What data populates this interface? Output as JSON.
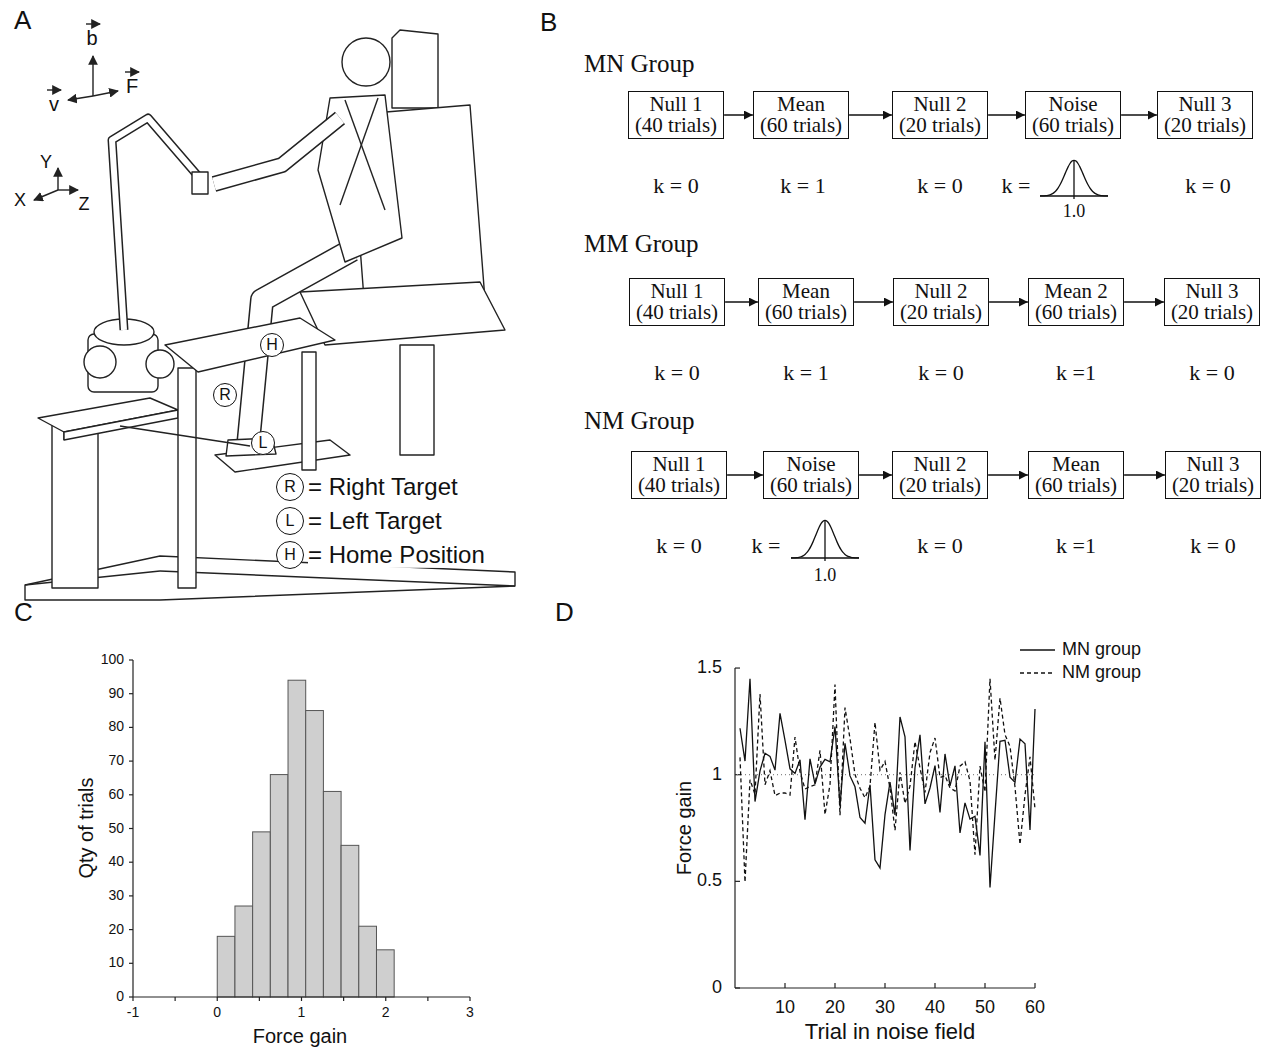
{
  "diagram": {
    "nodes": [
      {
        "text": [
          "H"
        ]
      },
      {
        "text": [
          "R"
        ]
      },
      {
        "text": [
          "L"
        ]
      },
      {
        "text": [
          "R"
        ]
      },
      {
        "text": [
          "L"
        ]
      },
      {
        "text": [
          "H"
        ]
      },
      {
        "text": [
          "Null 1 (40 trials)"
        ]
      },
      {
        "text": [
          "Mean (60 trials)"
        ]
      },
      {
        "text": [
          "Null 2 (20 trials)"
        ]
      },
      {
        "text": [
          "Noise (60 trials)"
        ]
      },
      {
        "text": [
          "Null 3 (20 trials)"
        ]
      },
      {
        "text": [
          "Null 1 (40 trials)"
        ]
      },
      {
        "text": [
          "Mean (60 trials)"
        ]
      },
      {
        "text": [
          "Null 2 (20 trials)"
        ]
      },
      {
        "text": [
          "Mean 2 (60 trials)"
        ]
      },
      {
        "text": [
          "Null 3 (20 trials)"
        ]
      },
      {
        "text": [
          "Null 1 (40 trials)"
        ]
      },
      {
        "text": [
          "Noise (60 trials)"
        ]
      },
      {
        "text": [
          "Null 2 (20 trials)"
        ]
      },
      {
        "text": [
          "Mean (60 trials)"
        ]
      },
      {
        "text": [
          "Null 3 (20 trials)"
        ]
      }
    ],
    "edges": [
      {
        "from": 6,
        "to": 7,
        "arrow": "to"
      },
      {
        "from": 7,
        "to": 8,
        "arrow": "to"
      },
      {
        "from": 8,
        "to": 9,
        "arrow": "to"
      },
      {
        "from": 9,
        "to": 10,
        "arrow": "to"
      },
      {
        "from": 11,
        "to": 12,
        "arrow": "to"
      },
      {
        "from": 12,
        "to": 13,
        "arrow": "to"
      },
      {
        "from": 13,
        "to": 14,
        "arrow": "to"
      },
      {
        "from": 14,
        "to": 15,
        "arrow": "to"
      },
      {
        "from": 16,
        "to": 17,
        "arrow": "to"
      },
      {
        "from": 17,
        "to": 18,
        "arrow": "to"
      },
      {
        "from": 18,
        "to": 19,
        "arrow": "to"
      },
      {
        "from": 19,
        "to": 20,
        "arrow": "to"
      }
    ],
    "labels": [
      "A",
      "b",
      "v",
      "F",
      "Y",
      "X",
      "Z",
      "= Right Target",
      "= Left Target",
      "= Home Position",
      "B",
      "MN Group",
      "k = 0",
      "k = 1",
      "k = 0",
      "k =",
      "1.0",
      "k = 0",
      "MM Group",
      "k = 0",
      "k = 1",
      "k = 0",
      "k =1",
      "k = 0",
      "NM Group",
      "k = 0",
      "k =",
      "1.0",
      "k = 0",
      "k =1",
      "k = 0",
      "C",
      "0",
      "10",
      "20",
      "30",
      "40",
      "50",
      "60",
      "70",
      "80",
      "90",
      "100",
      "-1",
      "0",
      "1",
      "2",
      "3",
      "Qty of trials",
      "Force gain",
      "D",
      "0",
      "0.5",
      "1",
      "1.5",
      "10",
      "20",
      "30",
      "40",
      "50",
      "60",
      "Force gain",
      "Trial in noise field"
    ],
    "legend": [
      {
        "text": "MN group"
      },
      {
        "text": "NM group"
      }
    ]
  }
}
